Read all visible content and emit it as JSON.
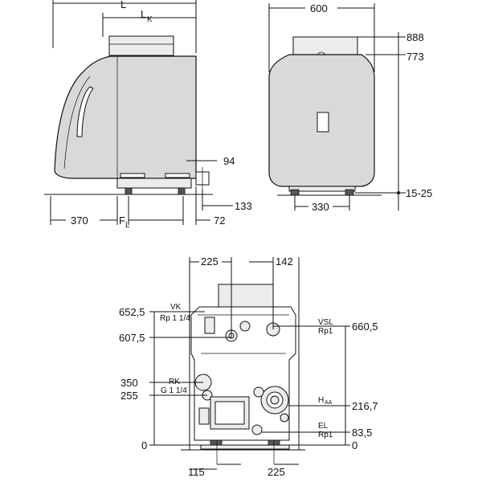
{
  "side_view": {
    "dim_L": "L",
    "dim_LK": "L",
    "dim_LK_sub": "K",
    "dim_370": "370",
    "dim_FL": "F",
    "dim_FL_sub": "L",
    "dim_94": "94",
    "dim_133": "133",
    "dim_72": "72"
  },
  "front_view": {
    "dim_600": "600",
    "dim_888": "888",
    "dim_773": "773",
    "dim_15_25": "15-25",
    "dim_330": "330"
  },
  "rear_view": {
    "dim_225_top": "225",
    "dim_142": "142",
    "dim_652_5": "652,5",
    "dim_607_5": "607,5",
    "dim_350": "350",
    "dim_255": "255",
    "dim_0_left": "0",
    "dim_660_5": "660,5",
    "dim_216_7": "216,7",
    "dim_83_5": "83,5",
    "dim_0_right": "0",
    "dim_115": "115",
    "dim_225_bottom": "225",
    "label_VK": "VK",
    "label_VK_thread": "Rp 1 1/4",
    "label_RK": "RK",
    "label_RK_thread": "G 1 1/4",
    "label_VSL": "VSL",
    "label_VSL_thread": "Rp1",
    "label_HAA": "H",
    "label_HAA_sub": "AA",
    "label_EL": "EL",
    "label_EL_thread": "Rp1"
  }
}
